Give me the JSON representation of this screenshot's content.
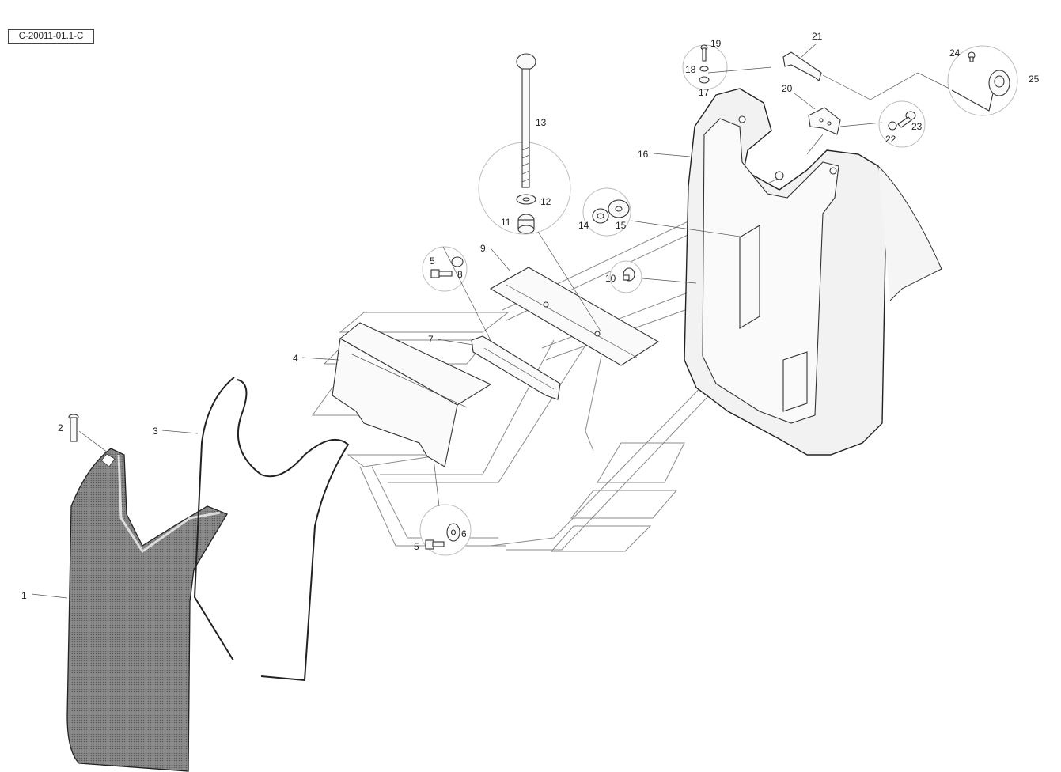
{
  "reference_code": "C-20011-01.1-C",
  "callouts": [
    "1",
    "2",
    "3",
    "4",
    "5",
    "5",
    "6",
    "7",
    "8",
    "9",
    "10",
    "11",
    "12",
    "13",
    "14",
    "15",
    "16",
    "17",
    "18",
    "19",
    "20",
    "21",
    "22",
    "23",
    "24",
    "25"
  ],
  "colors": {
    "line": "#333333",
    "ghost": "#8a8a8a",
    "mesh": "#6e6e6e",
    "paper": "#ffffff"
  }
}
